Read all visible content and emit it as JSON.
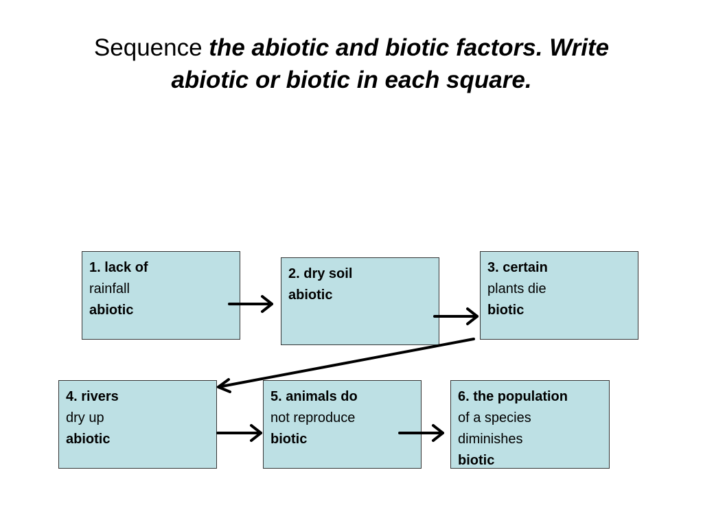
{
  "title": {
    "lead": "Sequence ",
    "rest_line1": "the abiotic and biotic factors. Write",
    "rest_line2": "abiotic or biotic in each square."
  },
  "boxes": [
    {
      "heading": "1. lack of",
      "body": [
        "rainfall"
      ],
      "answer": "abiotic"
    },
    {
      "heading": "2. dry soil",
      "body": [],
      "answer": "abiotic"
    },
    {
      "heading": "3. certain",
      "body": [
        "plants die"
      ],
      "answer": "biotic"
    },
    {
      "heading": "4. rivers",
      "body": [
        "dry up"
      ],
      "answer": "abiotic"
    },
    {
      "heading": "5. animals do",
      "body": [
        "not reproduce"
      ],
      "answer": "biotic"
    },
    {
      "heading": "6. the population",
      "body": [
        "of a species",
        "diminishes"
      ],
      "answer": "biotic"
    }
  ],
  "colors": {
    "box_fill": "#bde0e4",
    "box_border": "#333333",
    "arrow": "#000000"
  }
}
